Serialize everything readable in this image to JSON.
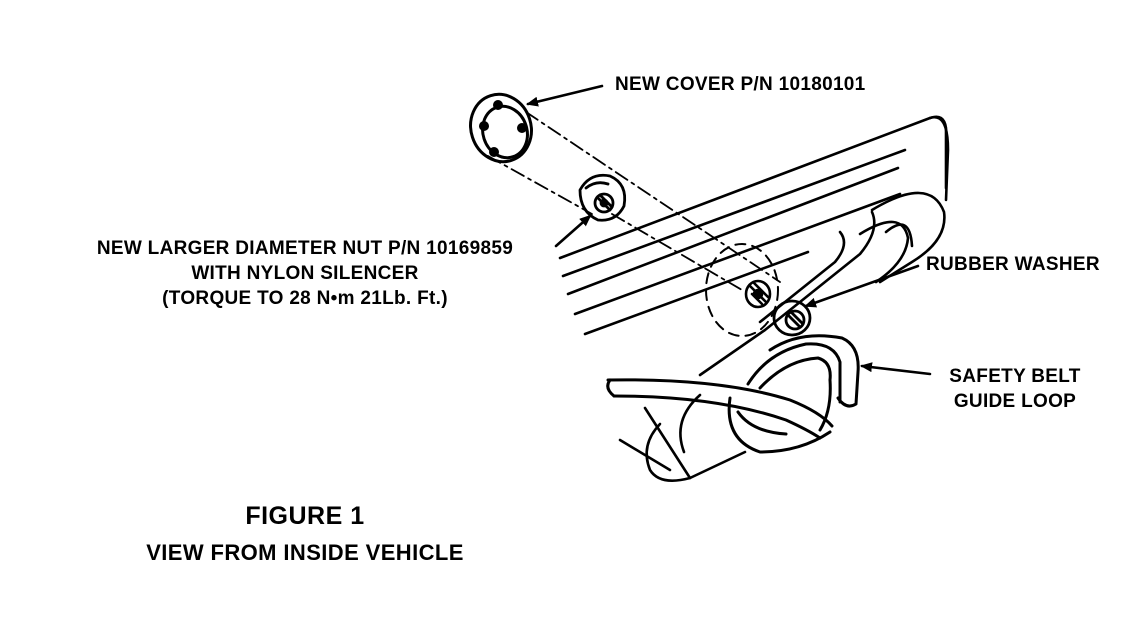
{
  "callouts": {
    "cover": "NEW COVER P/N 10180101",
    "nut_line1": "NEW LARGER DIAMETER NUT P/N 10169859",
    "nut_line2": "WITH NYLON SILENCER",
    "nut_line3": "(TORQUE TO 28 N•m 21Lb. Ft.)",
    "washer": "RUBBER WASHER",
    "guide_line1": "SAFETY BELT",
    "guide_line2": "GUIDE LOOP"
  },
  "figure": {
    "title": "FIGURE 1",
    "subtitle": "VIEW FROM INSIDE VEHICLE"
  },
  "colors": {
    "ink": "#000000",
    "paper": "#ffffff"
  }
}
